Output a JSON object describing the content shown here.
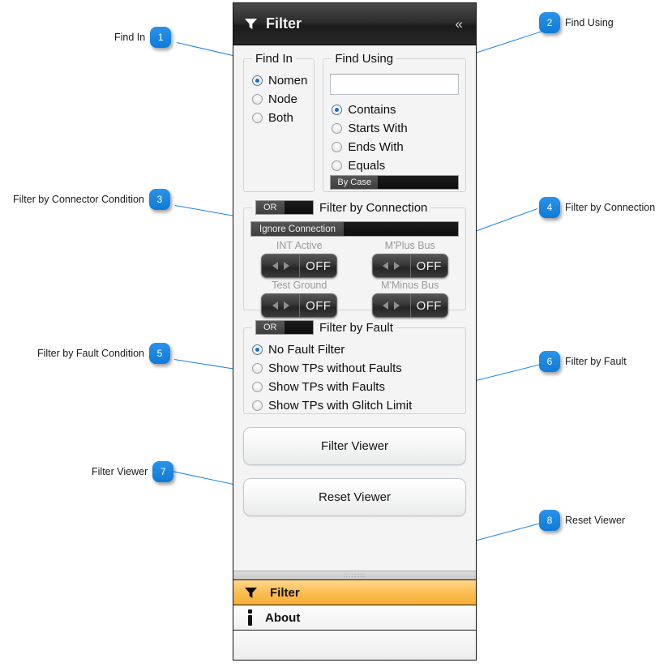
{
  "window": {
    "title": "Filter",
    "title_icon": "funnel-icon",
    "collapse_icon": "«"
  },
  "find_in": {
    "legend": "Find In",
    "options": [
      {
        "label": "Nomen",
        "selected": true
      },
      {
        "label": "Node",
        "selected": false
      },
      {
        "label": "Both",
        "selected": false
      }
    ]
  },
  "find_using": {
    "legend": "Find Using",
    "input_value": "",
    "input_placeholder": "",
    "options": [
      {
        "label": "Contains",
        "selected": true
      },
      {
        "label": "Starts With",
        "selected": false
      },
      {
        "label": "Ends With",
        "selected": false
      },
      {
        "label": "Equals",
        "selected": false
      }
    ],
    "by_case_label": "By Case"
  },
  "connection": {
    "legend": "Filter by Connection",
    "logic_toggle": "OR",
    "ignore_label": "Ignore Connection",
    "spinners": [
      {
        "caption": "INT Active",
        "state": "OFF"
      },
      {
        "caption": "M'Plus Bus",
        "state": "OFF"
      },
      {
        "caption": "Test Ground",
        "state": "OFF"
      },
      {
        "caption": "M'Minus Bus",
        "state": "OFF"
      }
    ]
  },
  "fault": {
    "legend": "Filter by Fault",
    "logic_toggle": "OR",
    "options": [
      {
        "label": "No Fault Filter",
        "selected": true
      },
      {
        "label": "Show TPs without Faults",
        "selected": false
      },
      {
        "label": "Show TPs with Faults",
        "selected": false
      },
      {
        "label": "Show TPs with Glitch Limit",
        "selected": false
      }
    ]
  },
  "actions": {
    "filter_viewer": "Filter Viewer",
    "reset_viewer": "Reset Viewer"
  },
  "bottom_nav": {
    "grip": "::::::::",
    "items": [
      {
        "label": "Filter",
        "icon": "funnel-icon",
        "active": true
      },
      {
        "label": "About",
        "icon": "info-icon",
        "active": false
      }
    ]
  },
  "callouts": [
    {
      "number": "1",
      "label": "Find In"
    },
    {
      "number": "2",
      "label": "Find Using"
    },
    {
      "number": "3",
      "label": "Filter by Connector Condition"
    },
    {
      "number": "4",
      "label": "Filter by Connection"
    },
    {
      "number": "5",
      "label": "Filter by Fault Condition"
    },
    {
      "number": "6",
      "label": "Filter by Fault"
    },
    {
      "number": "7",
      "label": "Filter Viewer"
    },
    {
      "number": "8",
      "label": "Reset Viewer"
    }
  ],
  "colors": {
    "accent": "#1784e4",
    "nav_active": "#f7ae34",
    "panel_bg": "#f4f4f4"
  }
}
